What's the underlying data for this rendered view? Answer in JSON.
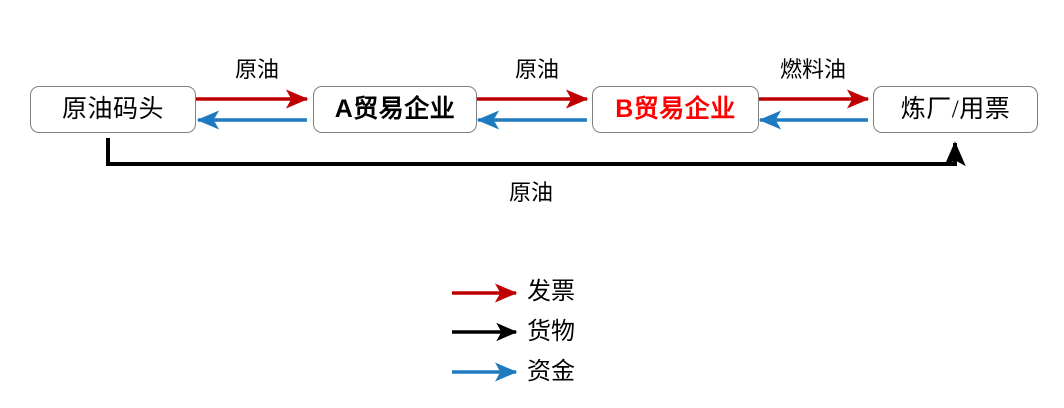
{
  "diagram": {
    "title_text": "",
    "colors": {
      "invoice_red": "#C00000",
      "goods_black": "#000000",
      "funds_blue": "#1F7BC0",
      "node_border": "#808080",
      "highlight_red": "#FF0000"
    },
    "nodes": [
      {
        "id": "terminal",
        "label": "原油码头",
        "prefix": "",
        "highlighted": false
      },
      {
        "id": "trader-a",
        "label": "贸易企业",
        "prefix": "A",
        "highlighted": false
      },
      {
        "id": "trader-b",
        "label": "贸易企业",
        "prefix": "B",
        "highlighted": true
      },
      {
        "id": "refinery",
        "label": "炼厂/用票",
        "prefix": "",
        "highlighted": false
      }
    ],
    "edge_labels": [
      {
        "id": "edge-label-1",
        "text": "原油"
      },
      {
        "id": "edge-label-2",
        "text": "原油"
      },
      {
        "id": "edge-label-3",
        "text": "燃料油"
      },
      {
        "id": "edge-label-bottom",
        "text": "原油"
      }
    ],
    "legend": [
      {
        "id": "legend-invoice",
        "text": "发票",
        "color": "#C00000"
      },
      {
        "id": "legend-goods",
        "text": "货物",
        "color": "#000000"
      },
      {
        "id": "legend-funds",
        "text": "资金",
        "color": "#1F7BC0"
      }
    ]
  }
}
